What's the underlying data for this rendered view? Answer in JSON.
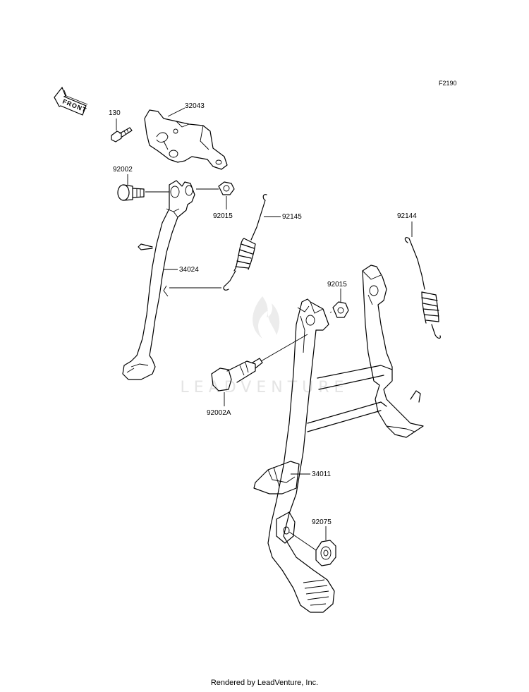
{
  "figure_code": "F2190",
  "front_indicator": "FRONT",
  "watermark": "LEADVENTURE",
  "footer": "Rendered by LeadVenture, Inc.",
  "parts": {
    "p130": "130",
    "p32043": "32043",
    "p92002": "92002",
    "p92015_a": "92015",
    "p92145": "92145",
    "p34024": "34024",
    "p92144": "92144",
    "p92015_b": "92015",
    "p92002A": "92002A",
    "p34011": "34011",
    "p92075": "92075"
  }
}
